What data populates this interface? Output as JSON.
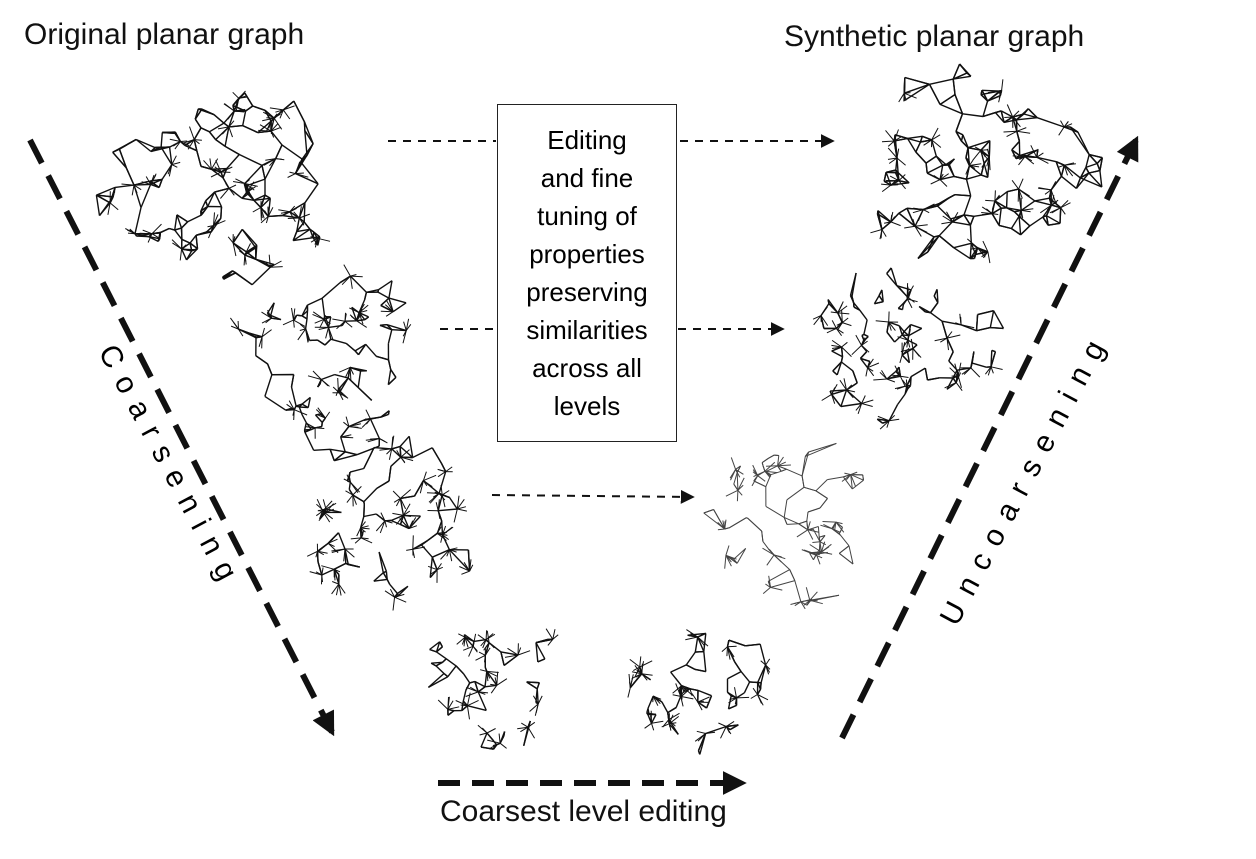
{
  "titles": {
    "original": "Original planar graph",
    "synthetic": "Synthetic  planar graph"
  },
  "center_box": {
    "lines": [
      "Editing",
      "and fine",
      "tuning of",
      "properties",
      "preserving",
      "similarities",
      "across all",
      "levels"
    ]
  },
  "side_labels": {
    "coarsening": "Coarsening",
    "uncoarsening": "Uncoarsening"
  },
  "bottom_label": "Coarsest level editing",
  "graphs": [
    {
      "name": "original-graph-level-0",
      "nodes": 140,
      "seed": 11,
      "style": "dense"
    },
    {
      "name": "original-graph-level-1",
      "nodes": 110,
      "seed": 23,
      "style": "medium"
    },
    {
      "name": "original-graph-level-2",
      "nodes": 80,
      "seed": 37,
      "style": "star"
    },
    {
      "name": "coarsest-graph-original",
      "nodes": 60,
      "seed": 41,
      "style": "star"
    },
    {
      "name": "coarsest-graph-synthetic",
      "nodes": 60,
      "seed": 53,
      "style": "star"
    },
    {
      "name": "synthetic-graph-level-2",
      "nodes": 80,
      "seed": 67,
      "style": "light"
    },
    {
      "name": "synthetic-graph-level-1",
      "nodes": 110,
      "seed": 71,
      "style": "medium"
    },
    {
      "name": "synthetic-graph-level-0",
      "nodes": 140,
      "seed": 83,
      "style": "dense"
    }
  ]
}
